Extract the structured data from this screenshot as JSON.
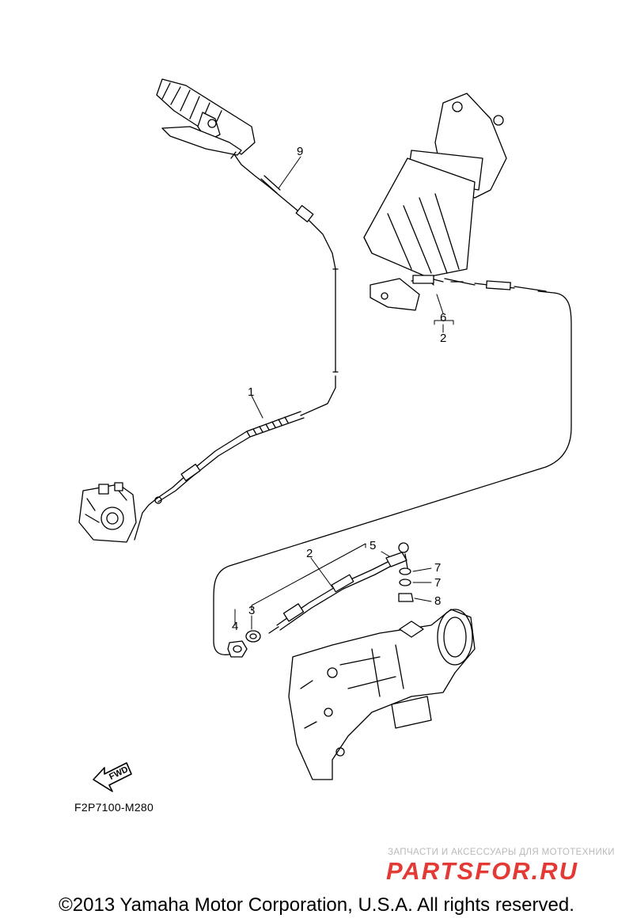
{
  "diagram": {
    "callouts": {
      "c1": "1",
      "c2_top": "2",
      "c6": "6",
      "c9": "9",
      "c2_bottom": "2",
      "c3": "3",
      "c4": "4",
      "c5": "5",
      "c7a": "7",
      "c7b": "7",
      "c8": "8"
    },
    "fwd_arrow": "FWD",
    "figure_code": "F2P7100-M280"
  },
  "watermark": {
    "subtitle": "ЗАПЧАСТИ И АКСЕССУАРЫ ДЛЯ МОТОТЕХНИКИ",
    "logo": "PARTSFOR.RU"
  },
  "footer": {
    "copyright": "©2013 Yamaha Motor Corporation, U.S.A. All rights reserved."
  }
}
